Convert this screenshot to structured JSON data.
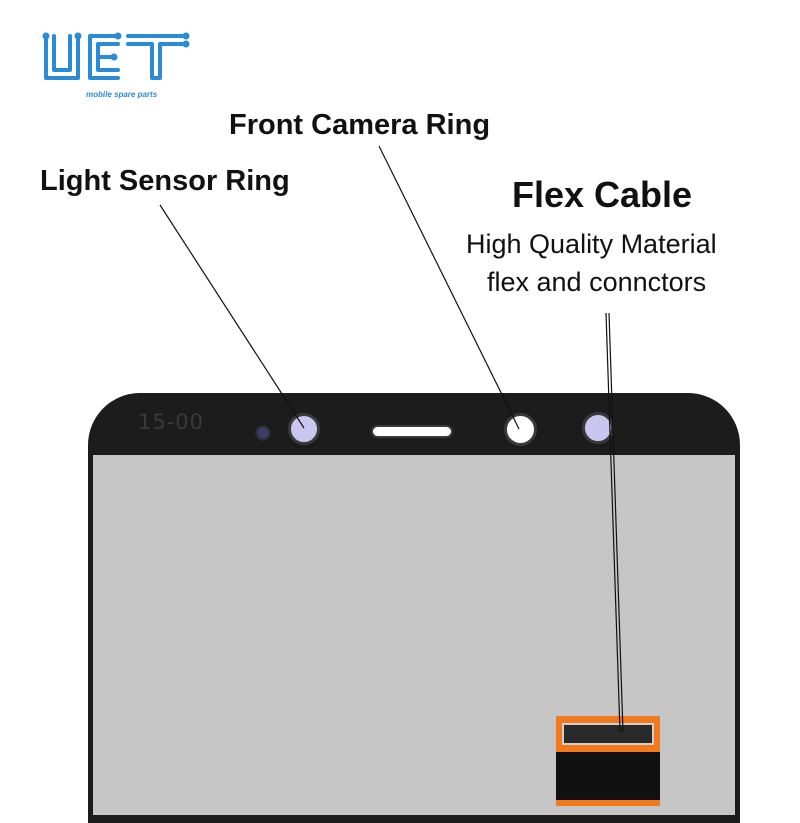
{
  "logo": {
    "text": "UET",
    "tagline": "mobile spare parts",
    "color": "#2a8bd6"
  },
  "labels": {
    "front_camera": "Front Camera Ring",
    "light_sensor": "Light Sensor Ring",
    "flex_cable": "Flex Cable",
    "flex_desc_line1": "High Quality Material",
    "flex_desc_line2": "flex and connctors"
  },
  "phone": {
    "stamp": "15-00",
    "bezel_color": "#1c1c1c",
    "screen_color": "#c6c6c6",
    "sensor_color": "#c9c6f0",
    "flex_color": "#f27a1d"
  }
}
